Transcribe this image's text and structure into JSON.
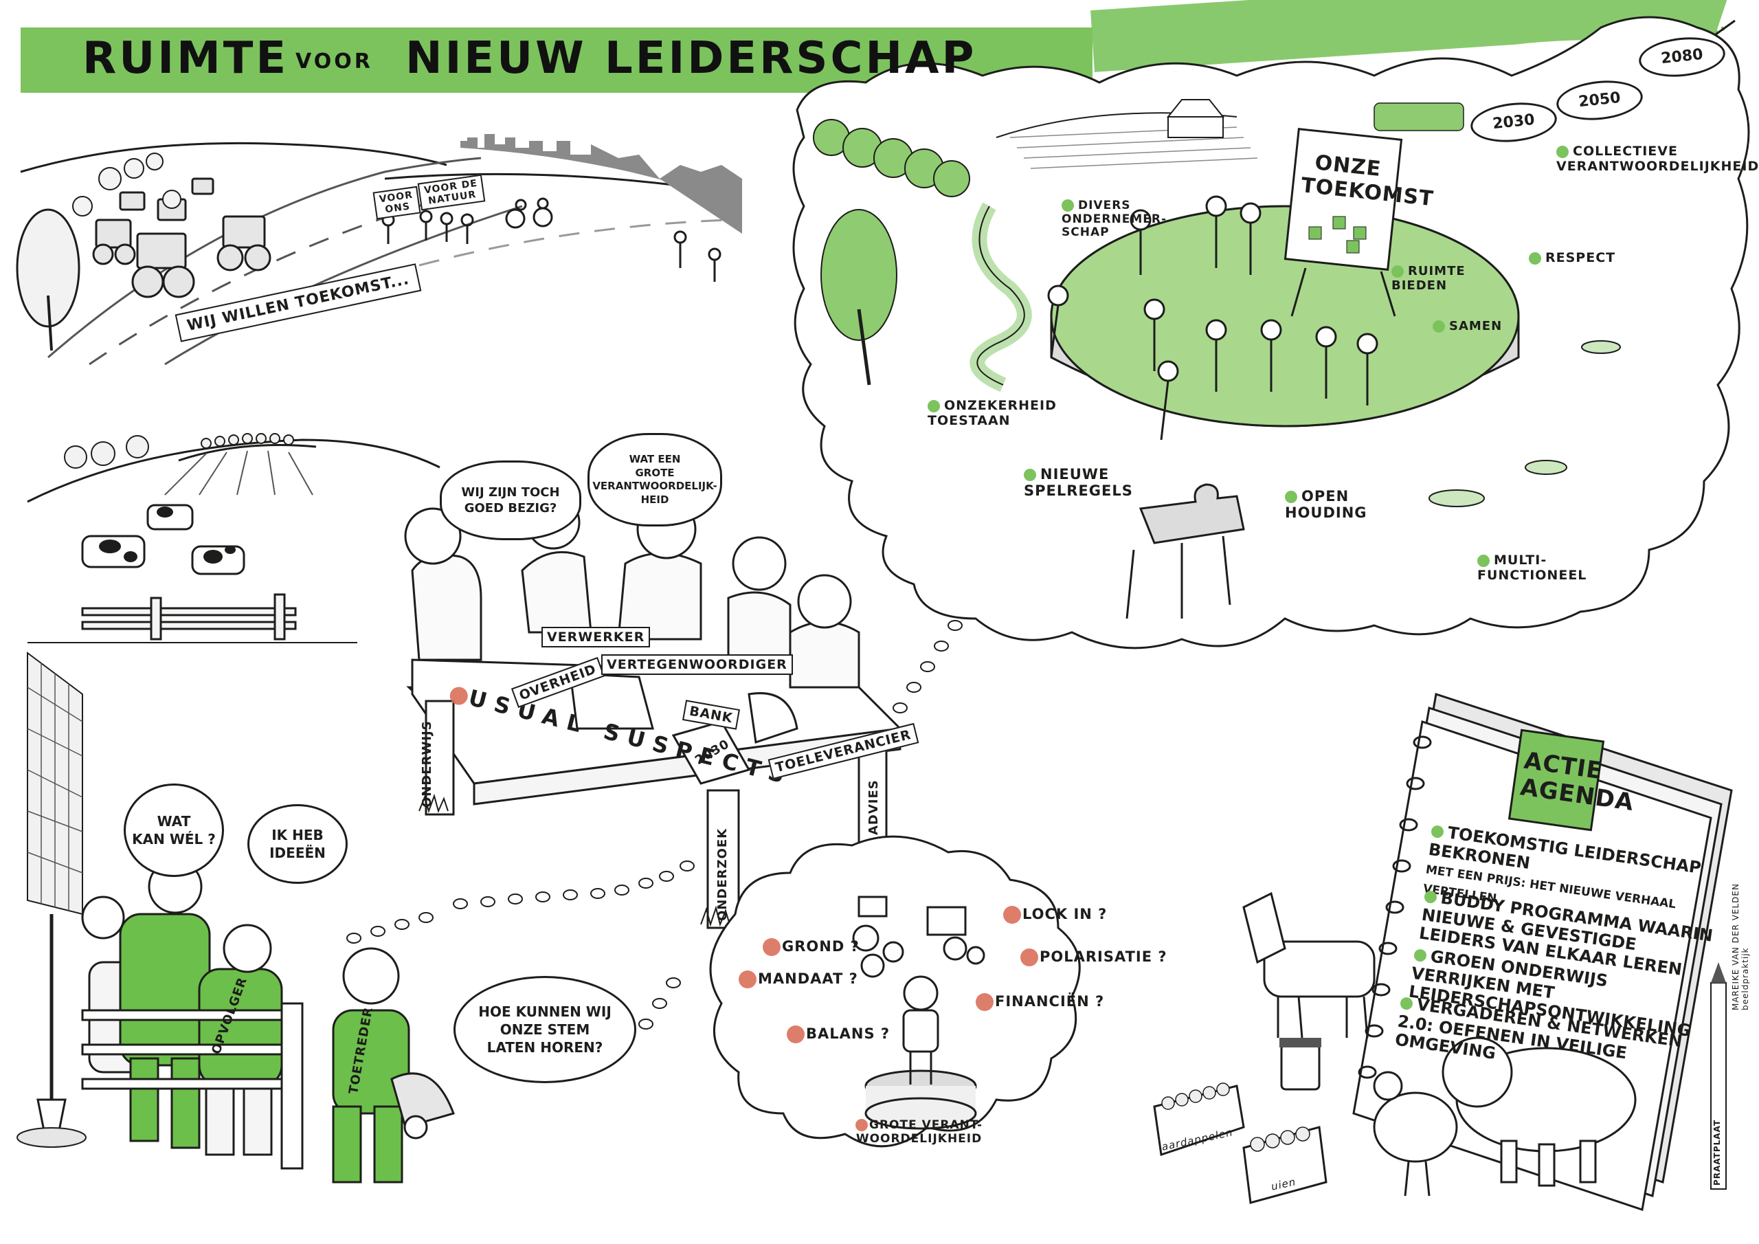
{
  "title": {
    "part1": "RUIMTE",
    "part2": "VOOR",
    "part3": "NIEUW LEIDERSCHAP"
  },
  "protest": {
    "banner": "WIJ WILLEN TOEKOMST...",
    "sign1": "VOOR\nONS",
    "sign2": "VOOR DE\nNATUUR"
  },
  "future": {
    "years": [
      "2030",
      "2050",
      "2080"
    ],
    "flipchart": "ONZE\nTOEKOMST",
    "values": [
      "COLLECTIEVE\nVERANTWOORDELIJKHEID",
      "DIVERS\nONDERNEMER-\nSCHAP",
      "RESPECT",
      "RUIMTE\nBIEDEN",
      "SAMEN",
      "ONZEKERHEID\nTOESTAAN",
      "NIEUWE\nSPELREGELS",
      "OPEN\nHOUDING",
      "MULTI-\nFUNCTIONEEL"
    ]
  },
  "table": {
    "speech1": "WIJ ZIJN TOCH\nGOED BEZIG?",
    "speech2": "WAT EEN\nGROTE\nVERANTWOORDELIJK-\nHEID",
    "front_text": "USUAL SUSPECTS",
    "roles": [
      "OVERHEID",
      "VERWERKER",
      "VERTEGENWOORDIGER",
      "BANK",
      "TOELEVERANCIER"
    ],
    "legs": [
      "ONDERWIJS",
      "ONDERZOEK",
      "ADVIES"
    ],
    "folder": "2030"
  },
  "farmers": {
    "speech1": "WAT\nKAN WÉL ?",
    "speech2": "IK HEB\nIDEEËN",
    "speech3": "HOE KUNNEN WIJ\nONZE STEM\nLATEN HOREN?",
    "shirt1": "OPVOLGER",
    "shirt2": "TOETREDER"
  },
  "dilemma": {
    "questions": [
      "GROND ?",
      "MANDAAT ?",
      "BALANS ?",
      "LOCK IN ?",
      "POLARISATIE ?",
      "FINANCIËN ?"
    ],
    "pedestal": "GROTE VERANT-\nWOORDELIJKHEID"
  },
  "agenda": {
    "heading": "ACTIE\nAGENDA",
    "items": [
      {
        "main": "TOEKOMSTIG LEIDERSCHAP BEKRONEN",
        "sub": "MET EEN PRIJS: HET NIEUWE VERHAAL VERTELLEN"
      },
      {
        "main": "BUDDY PROGRAMMA WAARIN NIEUWE & GEVESTIGDE LEIDERS VAN ELKAAR LEREN",
        "sub": ""
      },
      {
        "main": "GROEN ONDERWIJS VERRIJKEN MET LEIDERSCHAPSONTWIKKELING",
        "sub": ""
      },
      {
        "main": "VERGADEREN & NETWERKEN 2.0: OEFENEN IN VEILIGE OMGEVING",
        "sub": ""
      }
    ]
  },
  "crates": [
    "aardappelen",
    "uien"
  ],
  "signature": "MAREIKE VAN DER VELDEN\nbeeldpraktijk",
  "pencil": "PRAATPLAAT",
  "colors": {
    "green": "#7cc35e",
    "dark_green": "#4a9a3a",
    "light_green": "#cde8bf",
    "red": "#d9705a",
    "ink": "#1d1d1b"
  }
}
